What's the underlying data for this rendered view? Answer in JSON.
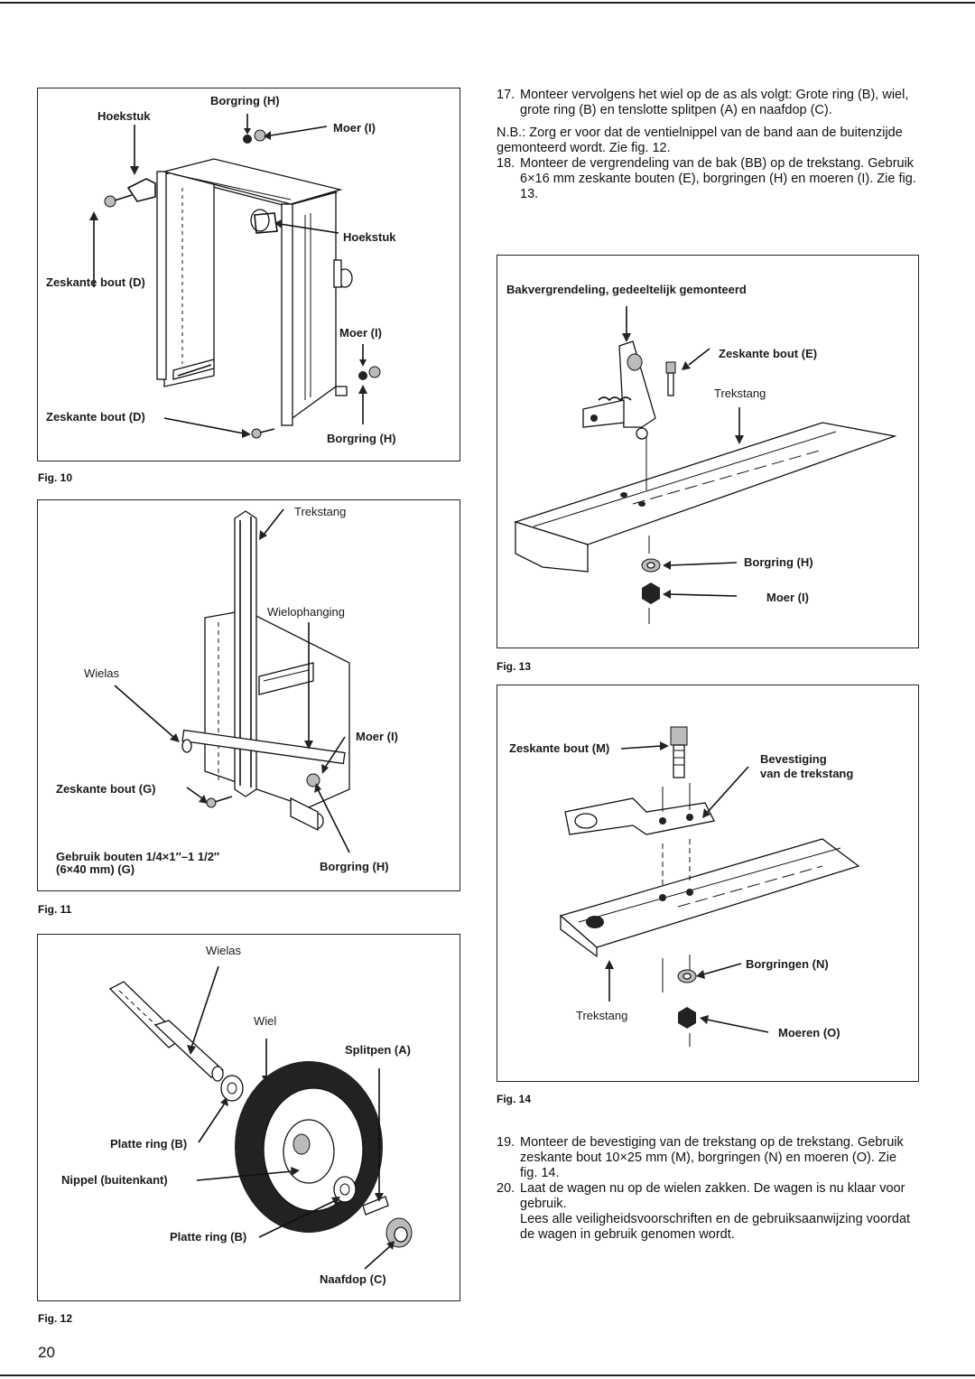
{
  "page_number": "20",
  "fig10": {
    "caption": "Fig. 10",
    "labels": {
      "borgring_top": "Borgring (H)",
      "hoekstuk_left": "Hoekstuk",
      "moer_top": "Moer (I)",
      "hoekstuk_right": "Hoekstuk",
      "zeskante_bout_d_mid": "Zeskante bout (D)",
      "moer_right": "Moer (I)",
      "zeskante_bout_d_bottom": "Zeskante bout (D)",
      "borgring_bottom": "Borgring (H)"
    }
  },
  "fig11": {
    "caption": "Fig. 11",
    "labels": {
      "trekstang": "Trekstang",
      "wielophanging": "Wielophanging",
      "wielas": "Wielas",
      "moer": "Moer (I)",
      "zeskante_bout_g": "Zeskante bout (G)",
      "gebruik_line1": "Gebruik bouten 1/4×1″–1 1/2″",
      "gebruik_line2": "(6×40 mm) (G)",
      "borgring": "Borgring (H)"
    }
  },
  "fig12": {
    "caption": "Fig. 12",
    "labels": {
      "wielas": "Wielas",
      "wiel": "Wiel",
      "splitpen": "Splitpen (A)",
      "platte_ring_top": "Platte ring (B)",
      "nippel": "Nippel (buitenkant)",
      "platte_ring_bottom": "Platte ring (B)",
      "naafdop": "Naafdop (C)"
    }
  },
  "fig13": {
    "caption": "Fig. 13",
    "labels": {
      "title": "Bakvergrendeling, gedeeltelijk gemonteerd",
      "zeskante_bout_e": "Zeskante bout (E)",
      "trekstang": "Trekstang",
      "borgring": "Borgring (H)",
      "moer": "Moer (I)"
    }
  },
  "fig14": {
    "caption": "Fig. 14",
    "labels": {
      "zeskante_bout_m": "Zeskante bout (M)",
      "bevestiging_line1": "Bevestiging",
      "bevestiging_line2": "van de trekstang",
      "borgringen": "Borgringen (N)",
      "trekstang": "Trekstang",
      "moeren": "Moeren (O)"
    }
  },
  "instructions_top": {
    "item17_num": "17.",
    "item17_text": "Monteer vervolgens het wiel op de as als volgt: Grote ring (B), wiel, grote ring (B) en tenslotte splitpen (A) en naafdop (C).",
    "nb_text": "N.B.: Zorg er voor dat de ventielnippel van de band aan de buitenzijde gemonteerd wordt. Zie fig. 12.",
    "item18_num": "18.",
    "item18_text": "Monteer de vergrendeling van de bak (BB) op de trekstang. Gebruik 6×16 mm zeskante bouten (E), borgringen (H) en moeren (I). Zie fig. 13."
  },
  "instructions_bottom": {
    "item19_num": "19.",
    "item19_text": "Monteer de bevestiging van de trekstang op de trekstang. Gebruik zeskante bout 10×25 mm (M), borgringen (N) en moeren (O). Zie fig. 14.",
    "item20_num": "20.",
    "item20_text": "Laat de wagen nu op de wielen zakken. De wagen is nu klaar voor gebruik.",
    "item20_extra": "Lees alle veiligheidsvoorschriften en de gebruiksaanwijzing voordat de wagen in gebruik genomen wordt."
  }
}
